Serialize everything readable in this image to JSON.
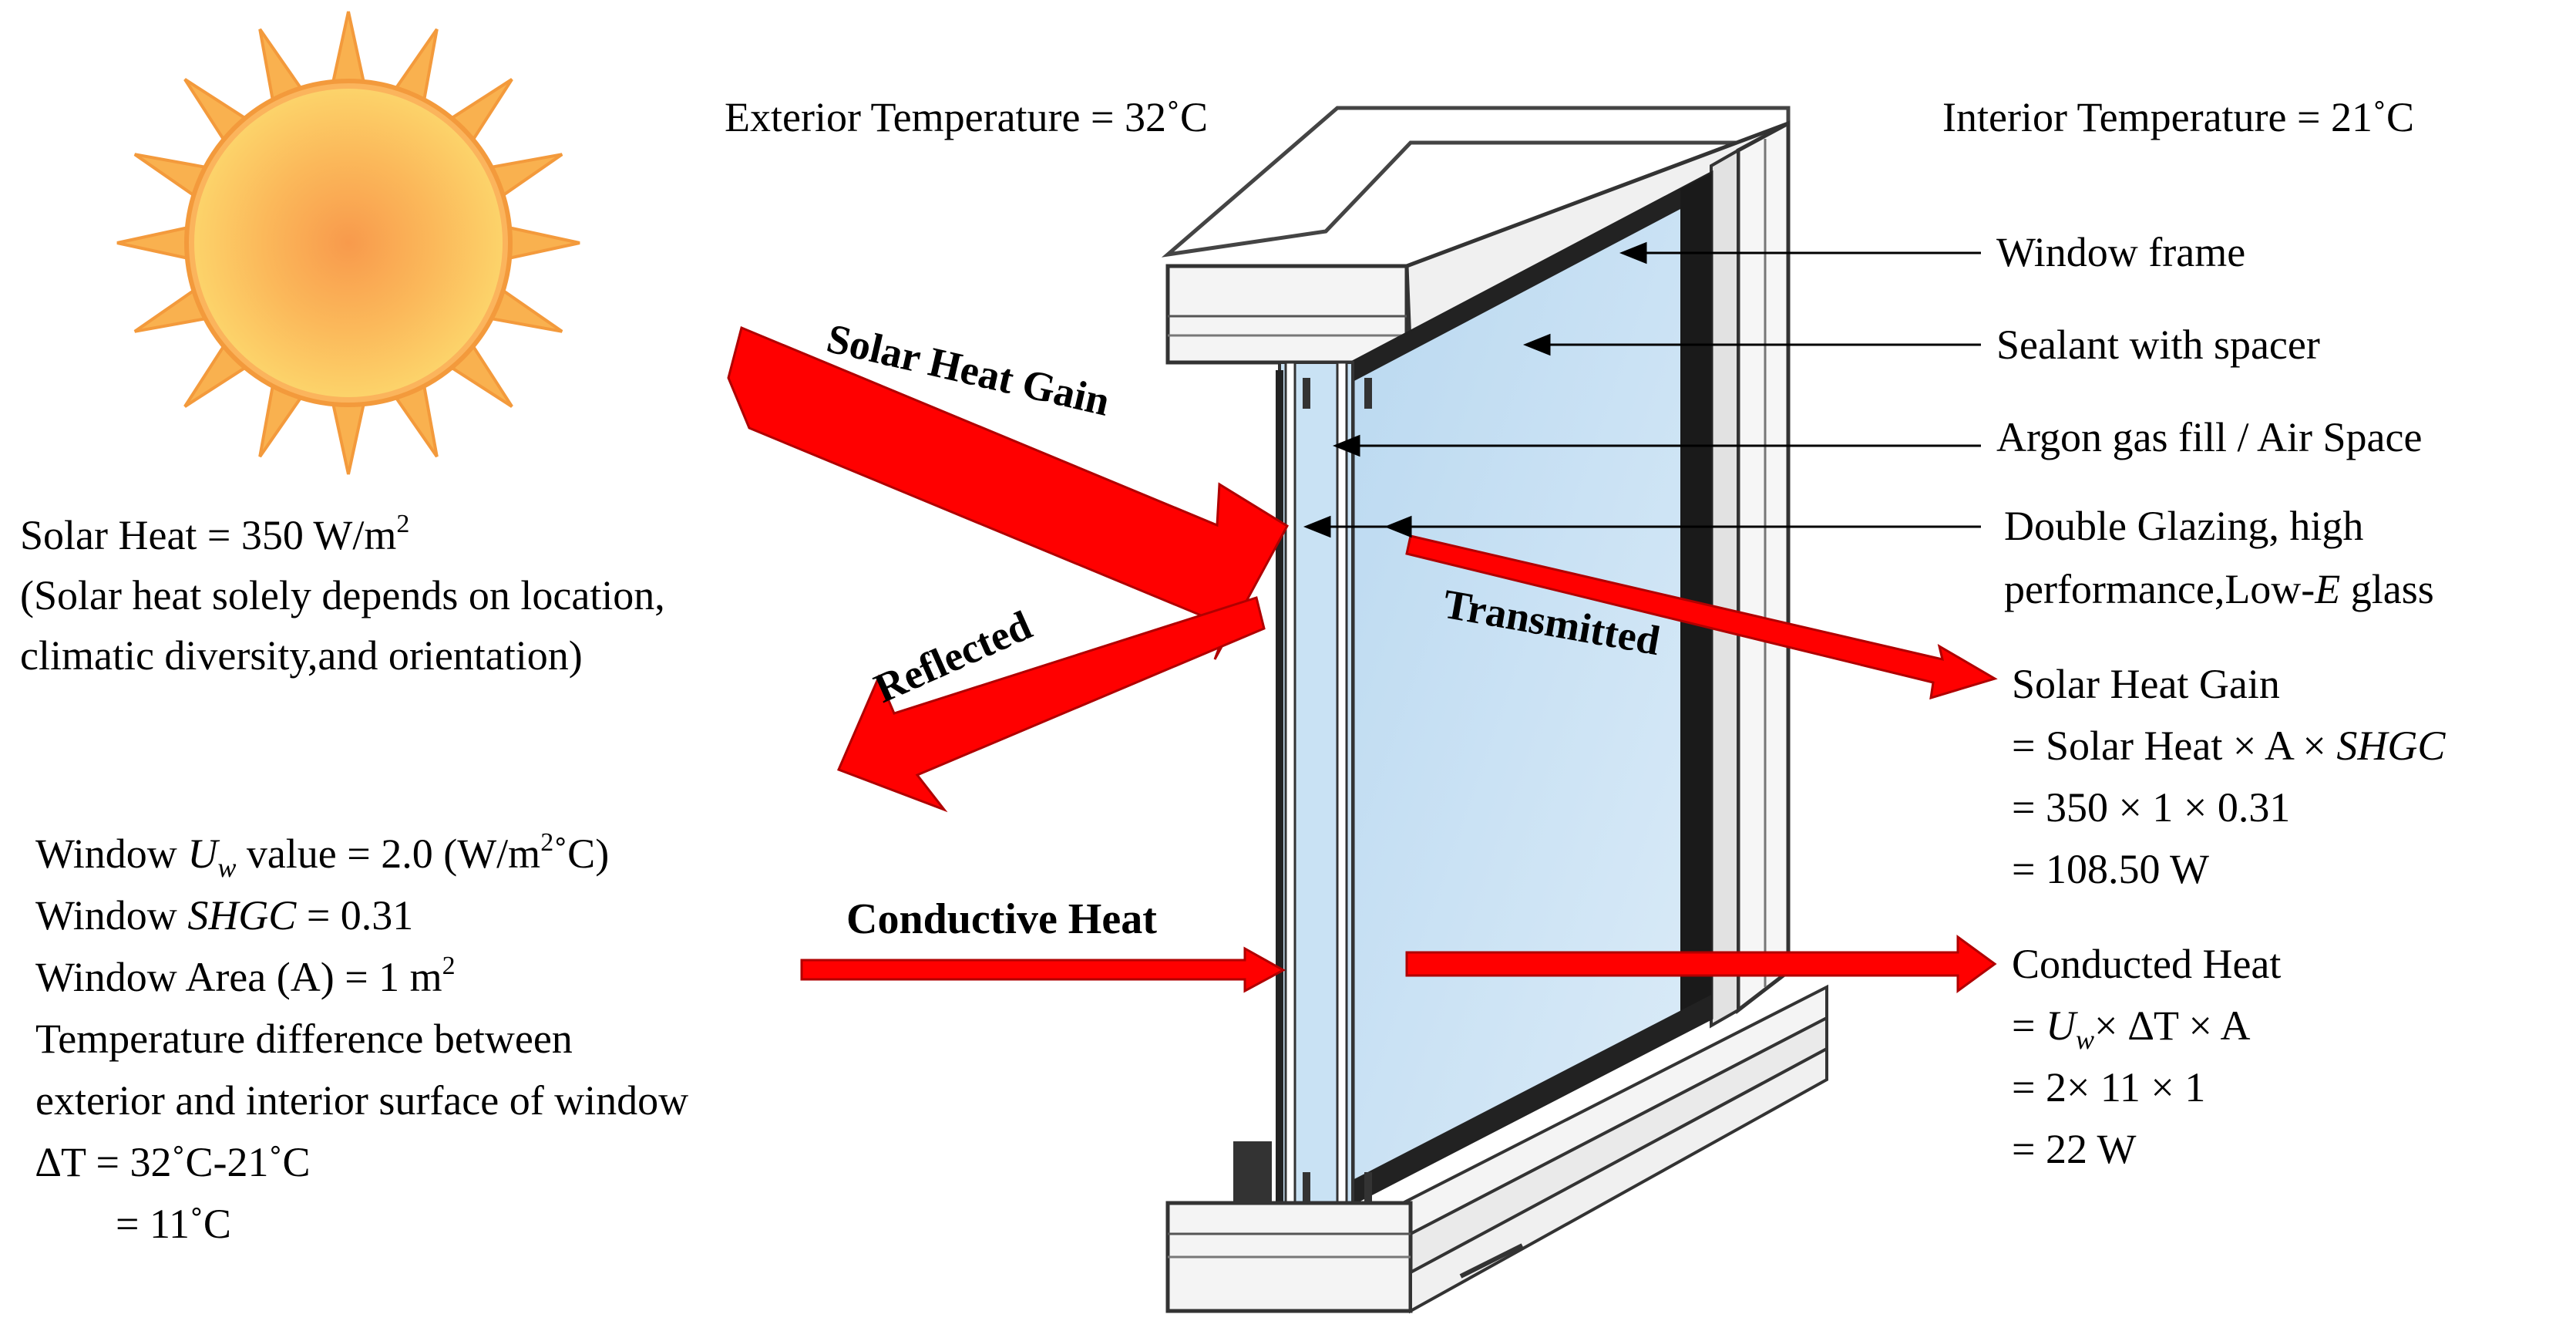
{
  "header": {
    "exterior_temp": "Exterior Temperature = 32˚C",
    "interior_temp": "Interior Temperature = 21˚C"
  },
  "solar": {
    "line1_main": "Solar Heat = 350 W/m",
    "line1_sup": "2",
    "line2": "(Solar heat solely depends on location,",
    "line3": "climatic diversity,and orientation)"
  },
  "arrows": {
    "solar_heat_gain": "Solar Heat Gain",
    "reflected": "Reflected",
    "transmitted": "Transmitted",
    "conductive_heat": "Conductive Heat"
  },
  "callouts": {
    "window_frame": "Window frame",
    "sealant": "Sealant with spacer",
    "argon": "Argon gas fill / Air Space",
    "glazing_1": "Double Glazing, high",
    "glazing_2_pre": "performance,Low-",
    "glazing_2_em": "E",
    "glazing_2_post": " glass"
  },
  "gain_calc": {
    "title": "Solar Heat Gain",
    "line1_pre": "= Solar Heat × A × ",
    "line1_em": "SHGC",
    "line2": "= 350 × 1 × 0.31",
    "line3": "= 108.50 W"
  },
  "conducted_calc": {
    "title": "Conducted Heat",
    "line1_pre": "= ",
    "line1_em": "U",
    "line1_sub": "w",
    "line1_post": "× ∆T × A",
    "line2": "= 2× 11 × 1",
    "line3": "= 22 W"
  },
  "params": {
    "uw_pre": "Window  ",
    "uw_em": "U",
    "uw_sub": "w",
    "uw_mid": " value = 2.0 (W/m",
    "uw_sup": "2",
    "uw_post": "˚C)",
    "shgc_pre": "Window  ",
    "shgc_em": "SHGC",
    "shgc_post": " = 0.31",
    "area_main": "Window Area (A) = 1 m",
    "area_sup": "2",
    "temp_diff_1": "Temperature difference between",
    "temp_diff_2": "exterior and interior surface of window",
    "delta_t_1": "∆T = 32˚C-21˚C",
    "delta_t_2": "= 11˚C"
  },
  "colors": {
    "arrow_red": "#ff0000",
    "glass_blue": "#c9e2f4",
    "sun_orange": "#f7a34a",
    "sun_core": "#fbd26a"
  }
}
